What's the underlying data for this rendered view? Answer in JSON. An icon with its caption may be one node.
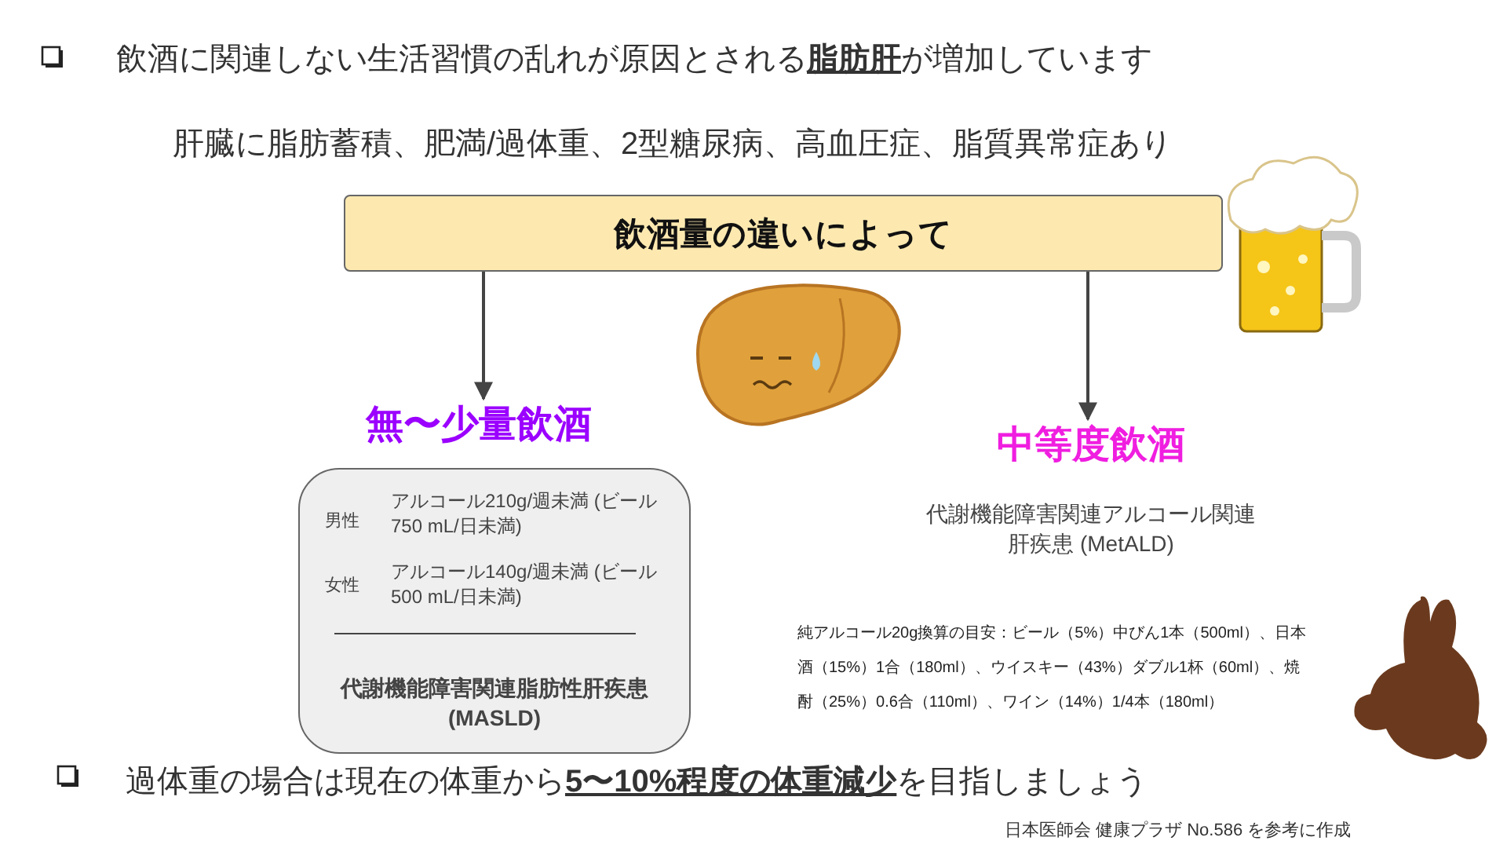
{
  "diagram": {
    "nodes": [
      {
        "text": [
          "飲酒量の違いによって"
        ]
      },
      {
        "text": [
          "無〜少量飲酒"
        ]
      },
      {
        "text": [
          "中等度飲酒"
        ],
        "beside": [
          "代謝機能障害関連アルコール関連肝疾患 (MetALD)"
        ]
      },
      {
        "text": [
          "男性",
          "アルコール210g/週未満 (ビール 750 mL/日未満)",
          "女性",
          "アルコール140g/週未満 (ビール 500 mL/日未満)",
          "代謝機能障害関連脂肪性肝疾患 (MASLD)"
        ]
      }
    ],
    "edges": [
      {
        "from": 0,
        "to": 1,
        "arrow": "to"
      },
      {
        "from": 0,
        "to": 2,
        "arrow": "to"
      }
    ],
    "labels": [
      "飲酒に関連しない生活習慣の乱れが原因とされる**脂肪肝**が増加しています",
      "肝臓に脂肪蓄積、肥満/過体重、2型糖尿病、高血圧症、脂質異常症あり",
      "純アルコール20g換算の目安：ビール（5%）中びん1本（500ml）、日本酒（15%）1合（180ml）、ウイスキー（43%）ダブル1杯（60ml）、焼酎（25%）0.6合（110ml）、ワイン（14%）1/4本（180ml）",
      "過体重の場合は現在の体重から**5〜10%程度の体重減少**を目指しましょう",
      "日本医師会 健康プラザ No.586 を参考に作成"
    ]
  }
}
